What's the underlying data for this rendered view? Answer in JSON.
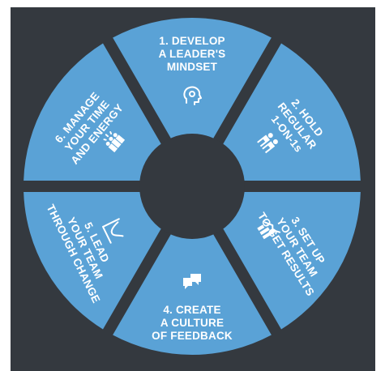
{
  "diagram": {
    "colors": {
      "background": "#34393f",
      "segment": "#5aa2d6",
      "text": "#ffffff",
      "hub": "#34393f"
    },
    "segments": [
      {
        "number": "1.",
        "lines": [
          "1. DEVELOP",
          "A LEADER'S",
          "MINDSET"
        ],
        "icon": "head-gear-icon"
      },
      {
        "number": "2.",
        "lines": [
          "2. HOLD",
          "REGULAR",
          "1-ON-1s"
        ],
        "icon": "two-people-icon"
      },
      {
        "number": "3.",
        "lines": [
          "3. SET UP",
          "YOUR TEAM",
          "TO GET RESULTS"
        ],
        "icon": "growth-chart-icon"
      },
      {
        "number": "4.",
        "lines": [
          "4. CREATE",
          "A CULTURE",
          "OF FEEDBACK"
        ],
        "icon": "chat-bubbles-icon"
      },
      {
        "number": "5.",
        "lines": [
          "5. LEAD",
          "YOUR TEAM",
          "THROUGH CHANGE"
        ],
        "icon": "change-curve-icon"
      },
      {
        "number": "6.",
        "lines": [
          "6. MANAGE",
          "YOUR TIME",
          "AND ENERGY"
        ],
        "icon": "team-energy-icon"
      }
    ]
  }
}
